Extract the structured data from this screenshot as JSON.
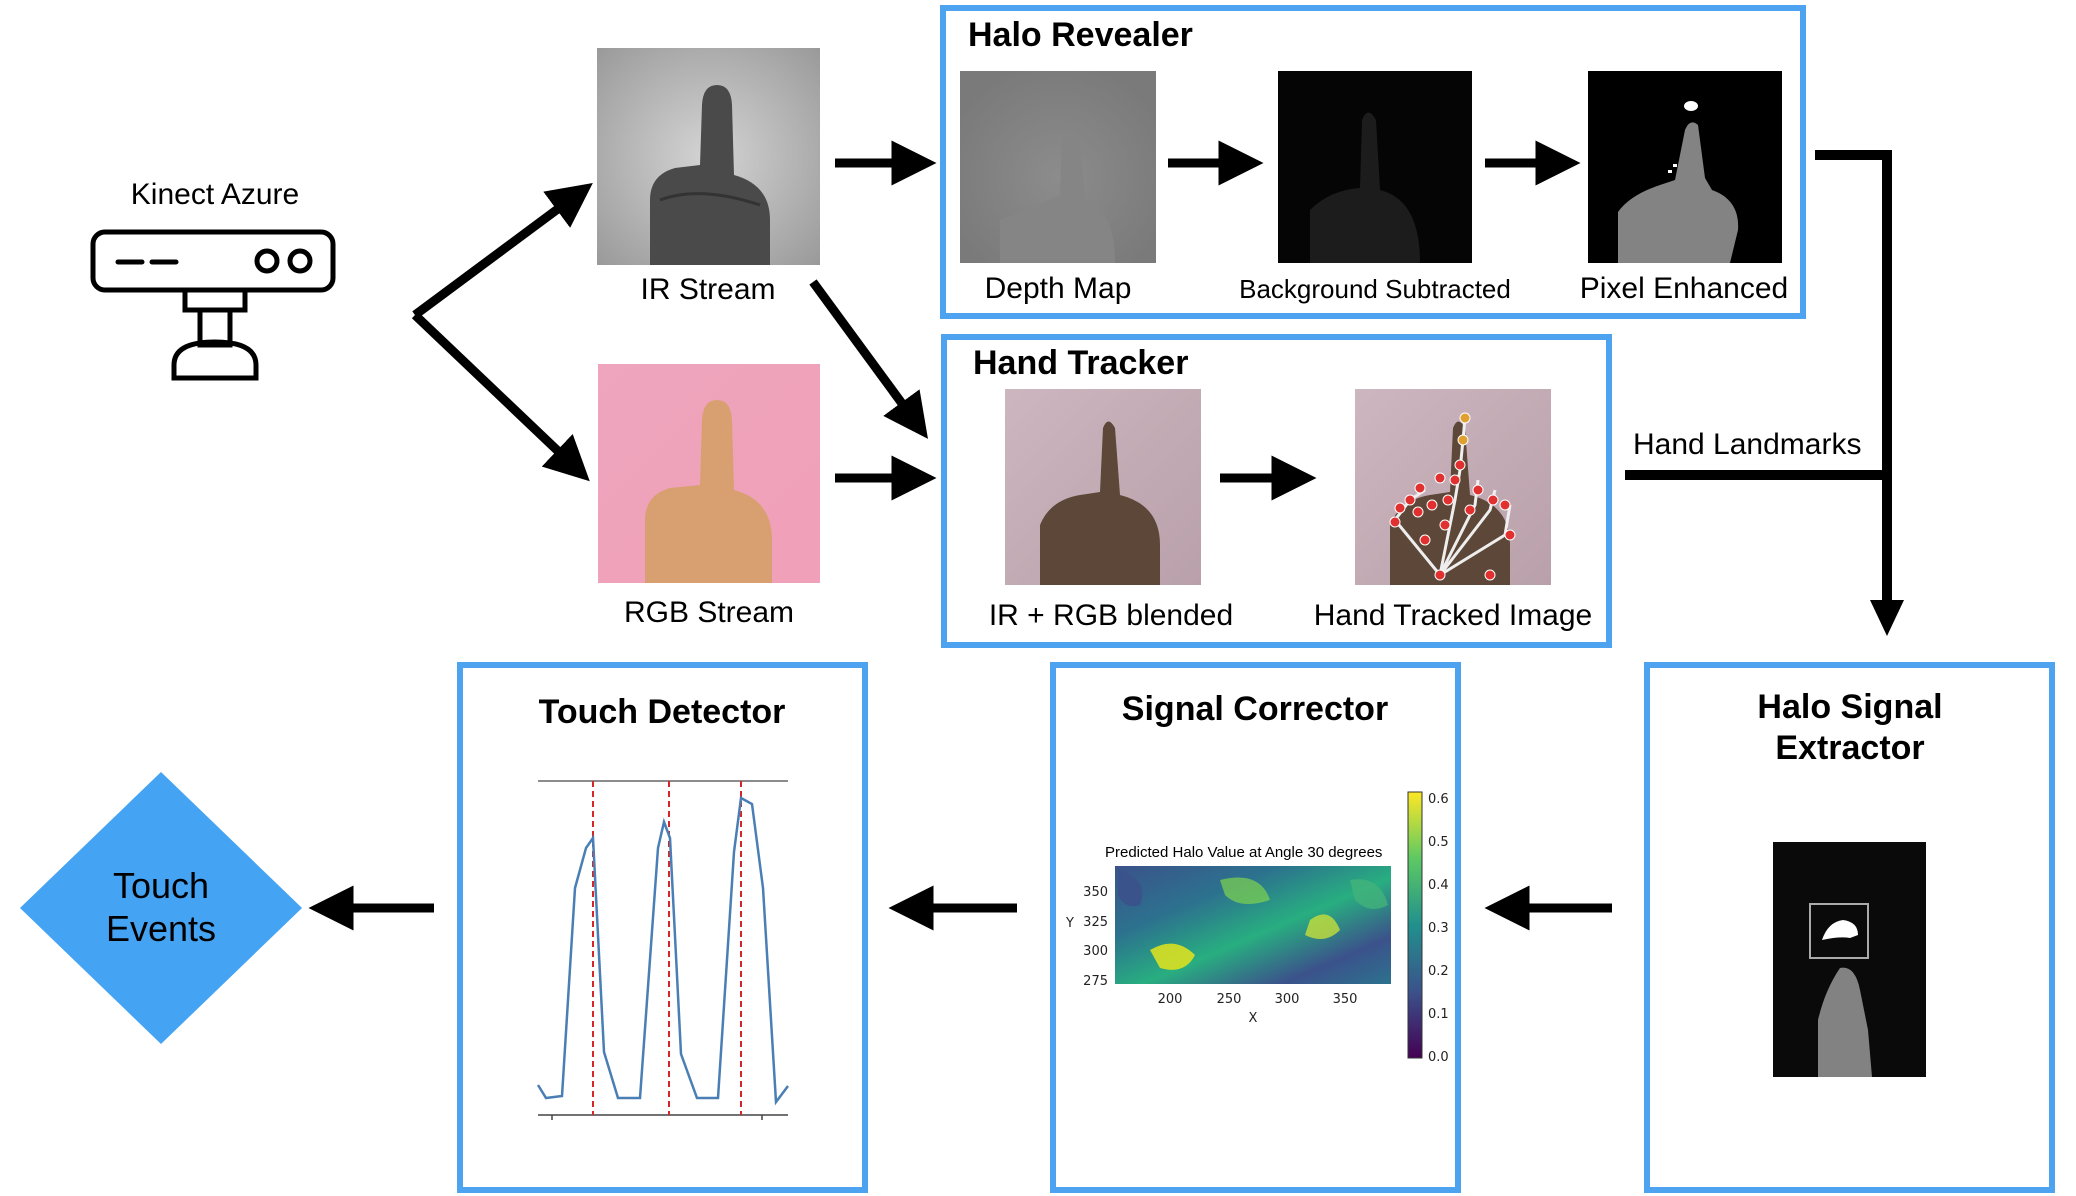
{
  "source": {
    "label": "Kinect Azure",
    "icon": "camera-sensor-icon"
  },
  "streams": {
    "ir": {
      "label": "IR Stream"
    },
    "rgb": {
      "label": "RGB Stream"
    }
  },
  "halo_revealer": {
    "title": "Halo Revealer",
    "stages": [
      "Depth Map",
      "Background Subtracted",
      "Pixel Enhanced"
    ]
  },
  "hand_tracker": {
    "title": "Hand Tracker",
    "stages": [
      "IR + RGB blended",
      "Hand Tracked Image"
    ]
  },
  "connector": {
    "label": "Hand Landmarks"
  },
  "halo_signal_extractor": {
    "title_line1": "Halo Signal",
    "title_line2": "Extractor"
  },
  "signal_corrector": {
    "title": "Signal Corrector",
    "heatmap": {
      "title": "Predicted Halo Value at Angle 30 degrees",
      "xlabel": "X",
      "ylabel": "Y",
      "xticks": [
        "200",
        "250",
        "300",
        "350"
      ],
      "yticks": [
        "350",
        "325",
        "300",
        "275"
      ],
      "colorbar_ticks": [
        "0.6",
        "0.5",
        "0.4",
        "0.3",
        "0.2",
        "0.1",
        "0.0"
      ],
      "colormap": "viridis"
    }
  },
  "touch_detector": {
    "title": "Touch Detector"
  },
  "output": {
    "line1": "Touch",
    "line2": "Events",
    "color": "#45a3f3"
  },
  "colors": {
    "box_border": "#4da3f0",
    "signal_line": "#4a7fb5",
    "threshold_marker": "#d62728"
  }
}
